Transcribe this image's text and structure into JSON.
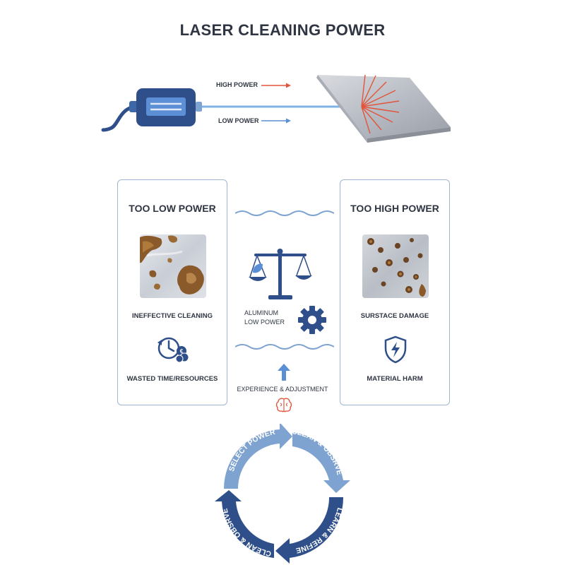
{
  "title": "LASER CLEANING POWER",
  "laser": {
    "high_power_label": "HIGH POWER",
    "low_power_label": "LOW POWER"
  },
  "left_panel": {
    "title": "TOO LOW POWER",
    "effect_label": "INEFFECTIVE CLEANING",
    "consequence_label": "WASTED TIME/RESOURCES"
  },
  "center": {
    "material_line1": "ALUMINUM",
    "material_line2": "LOW POWER",
    "experience_label": "EXPERIENCE & ADJUSTMENT"
  },
  "right_panel": {
    "title": "TOO HIGH POWER",
    "effect_label": "SURSTACE DAMAGE",
    "consequence_label": "MATERIAL HARM"
  },
  "cycle": {
    "steps": [
      "SELECT POWER",
      "CLEAN & OBSRVE",
      "LEARN & REFINE",
      "CLEAN & OBSRVE"
    ]
  },
  "colors": {
    "navy": "#2f4f8a",
    "light_blue": "#7fa3d1",
    "laser_red": "#e2553b",
    "laser_blue": "#5a8fd6"
  }
}
